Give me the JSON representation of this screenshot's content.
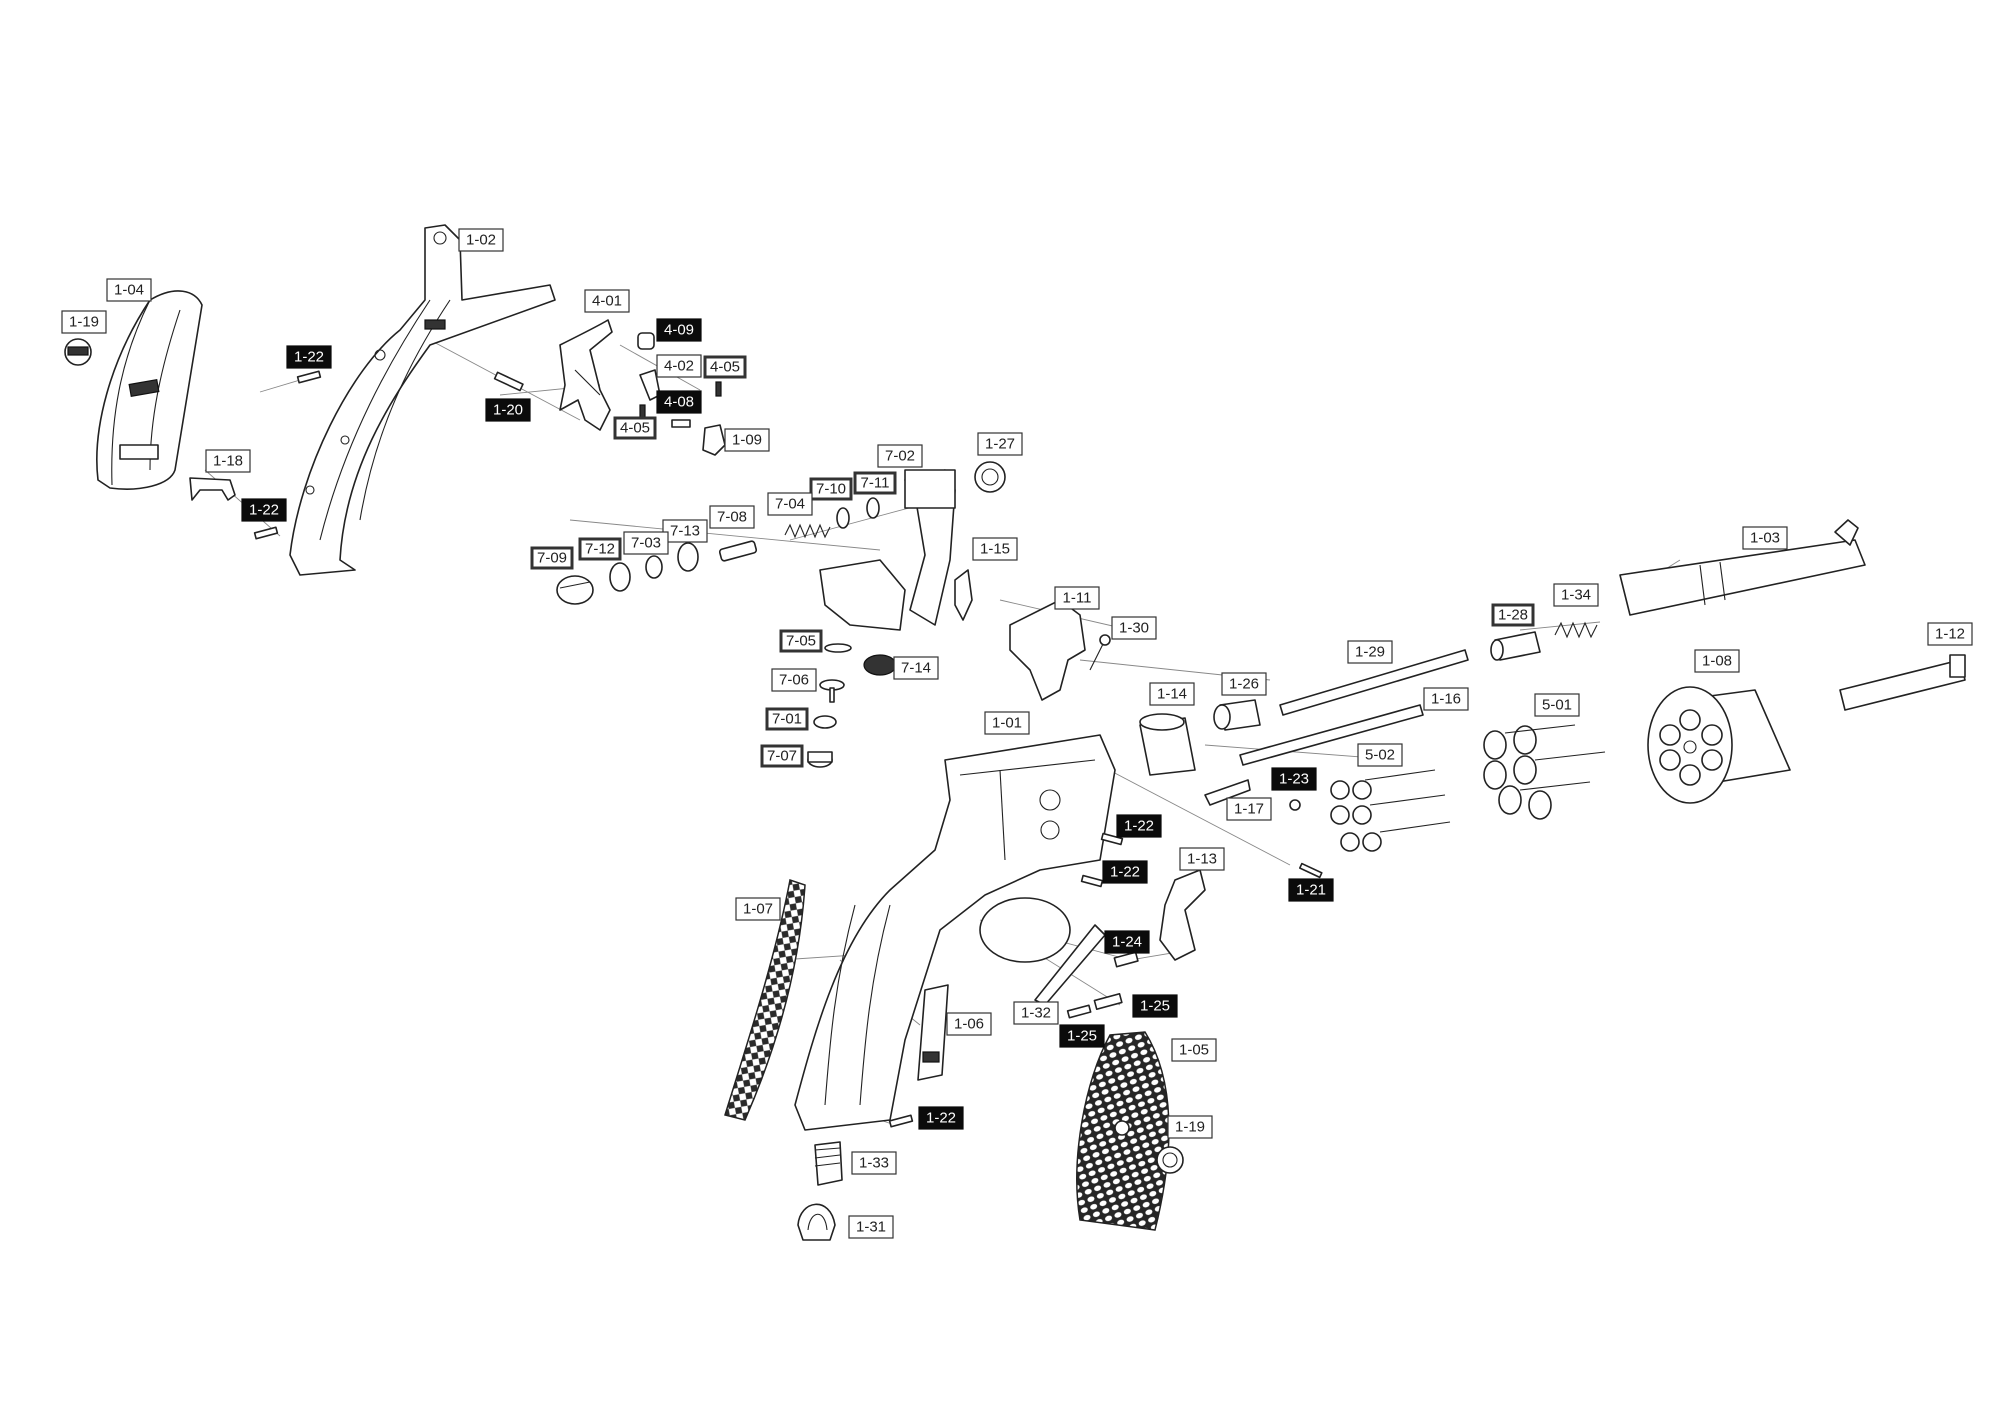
{
  "diagram": {
    "labels": [
      {
        "id": "lbl-1-02",
        "text": "1-02",
        "style": "plain"
      },
      {
        "id": "lbl-1-04",
        "text": "1-04",
        "style": "plain"
      },
      {
        "id": "lbl-1-19a",
        "text": "1-19",
        "style": "plain"
      },
      {
        "id": "lbl-1-22a",
        "text": "1-22",
        "style": "dark"
      },
      {
        "id": "lbl-4-01",
        "text": "4-01",
        "style": "plain"
      },
      {
        "id": "lbl-4-09",
        "text": "4-09",
        "style": "dark"
      },
      {
        "id": "lbl-4-02",
        "text": "4-02",
        "style": "plain"
      },
      {
        "id": "lbl-4-05a",
        "text": "4-05",
        "style": "double"
      },
      {
        "id": "lbl-4-08",
        "text": "4-08",
        "style": "dark"
      },
      {
        "id": "lbl-1-20",
        "text": "1-20",
        "style": "dark"
      },
      {
        "id": "lbl-4-05b",
        "text": "4-05",
        "style": "double"
      },
      {
        "id": "lbl-1-09",
        "text": "1-09",
        "style": "plain"
      },
      {
        "id": "lbl-1-18",
        "text": "1-18",
        "style": "plain"
      },
      {
        "id": "lbl-1-22b",
        "text": "1-22",
        "style": "dark"
      },
      {
        "id": "lbl-7-02",
        "text": "7-02",
        "style": "plain"
      },
      {
        "id": "lbl-1-27",
        "text": "1-27",
        "style": "plain"
      },
      {
        "id": "lbl-7-10",
        "text": "7-10",
        "style": "double"
      },
      {
        "id": "lbl-7-11",
        "text": "7-11",
        "style": "double"
      },
      {
        "id": "lbl-7-04",
        "text": "7-04",
        "style": "plain"
      },
      {
        "id": "lbl-7-08",
        "text": "7-08",
        "style": "plain"
      },
      {
        "id": "lbl-7-13",
        "text": "7-13",
        "style": "plain"
      },
      {
        "id": "lbl-7-03",
        "text": "7-03",
        "style": "plain"
      },
      {
        "id": "lbl-7-12",
        "text": "7-12",
        "style": "double"
      },
      {
        "id": "lbl-7-09",
        "text": "7-09",
        "style": "double"
      },
      {
        "id": "lbl-1-15",
        "text": "1-15",
        "style": "plain"
      },
      {
        "id": "lbl-1-11",
        "text": "1-11",
        "style": "plain"
      },
      {
        "id": "lbl-1-30",
        "text": "1-30",
        "style": "plain"
      },
      {
        "id": "lbl-7-05",
        "text": "7-05",
        "style": "double"
      },
      {
        "id": "lbl-7-14",
        "text": "7-14",
        "style": "plain"
      },
      {
        "id": "lbl-7-06",
        "text": "7-06",
        "style": "plain"
      },
      {
        "id": "lbl-7-01",
        "text": "7-01",
        "style": "double"
      },
      {
        "id": "lbl-7-07",
        "text": "7-07",
        "style": "double"
      },
      {
        "id": "lbl-1-03",
        "text": "1-03",
        "style": "plain"
      },
      {
        "id": "lbl-1-34",
        "text": "1-34",
        "style": "plain"
      },
      {
        "id": "lbl-1-28",
        "text": "1-28",
        "style": "double"
      },
      {
        "id": "lbl-1-29",
        "text": "1-29",
        "style": "plain"
      },
      {
        "id": "lbl-1-12",
        "text": "1-12",
        "style": "plain"
      },
      {
        "id": "lbl-1-08",
        "text": "1-08",
        "style": "plain"
      },
      {
        "id": "lbl-1-14",
        "text": "1-14",
        "style": "plain"
      },
      {
        "id": "lbl-1-26",
        "text": "1-26",
        "style": "plain"
      },
      {
        "id": "lbl-1-16",
        "text": "1-16",
        "style": "plain"
      },
      {
        "id": "lbl-5-01",
        "text": "5-01",
        "style": "plain"
      },
      {
        "id": "lbl-1-01",
        "text": "1-01",
        "style": "plain"
      },
      {
        "id": "lbl-5-02",
        "text": "5-02",
        "style": "plain"
      },
      {
        "id": "lbl-1-23",
        "text": "1-23",
        "style": "dark"
      },
      {
        "id": "lbl-1-17",
        "text": "1-17",
        "style": "plain"
      },
      {
        "id": "lbl-1-22c",
        "text": "1-22",
        "style": "dark"
      },
      {
        "id": "lbl-1-13",
        "text": "1-13",
        "style": "plain"
      },
      {
        "id": "lbl-1-22d",
        "text": "1-22",
        "style": "dark"
      },
      {
        "id": "lbl-1-21",
        "text": "1-21",
        "style": "dark"
      },
      {
        "id": "lbl-1-07",
        "text": "1-07",
        "style": "plain"
      },
      {
        "id": "lbl-1-24",
        "text": "1-24",
        "style": "dark"
      },
      {
        "id": "lbl-1-25a",
        "text": "1-25",
        "style": "dark"
      },
      {
        "id": "lbl-1-32",
        "text": "1-32",
        "style": "plain"
      },
      {
        "id": "lbl-1-06",
        "text": "1-06",
        "style": "plain"
      },
      {
        "id": "lbl-1-25b",
        "text": "1-25",
        "style": "dark"
      },
      {
        "id": "lbl-1-05",
        "text": "1-05",
        "style": "plain"
      },
      {
        "id": "lbl-1-22e",
        "text": "1-22",
        "style": "dark"
      },
      {
        "id": "lbl-1-19b",
        "text": "1-19",
        "style": "plain"
      },
      {
        "id": "lbl-1-33",
        "text": "1-33",
        "style": "plain"
      },
      {
        "id": "lbl-1-31",
        "text": "1-31",
        "style": "plain"
      }
    ]
  }
}
